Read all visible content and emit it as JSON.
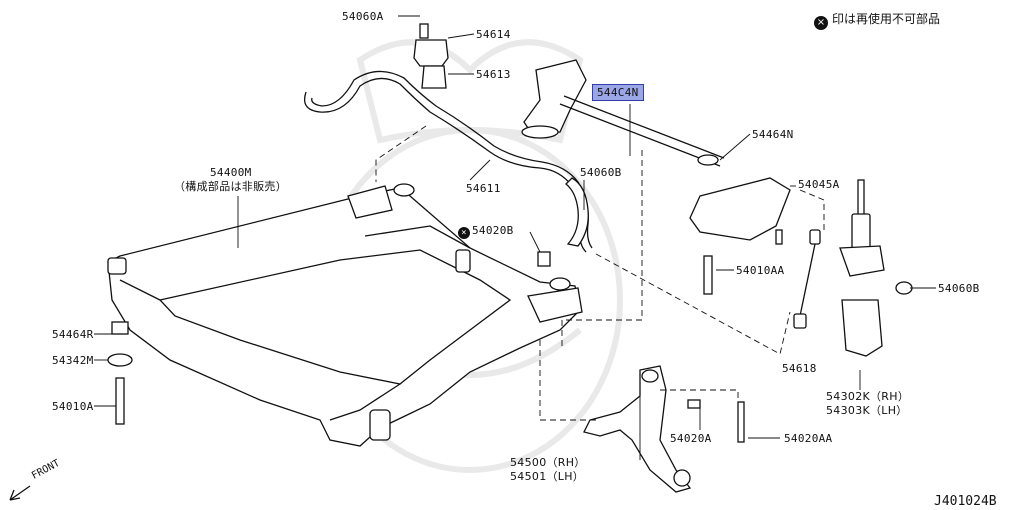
{
  "legend": {
    "mark": "×",
    "text": "印は再使用不可部品"
  },
  "diagram_code": "J401024B",
  "front_label": "FRONT",
  "parts": {
    "p54060A_top": "54060A",
    "p54614": "54614",
    "p54613": "54613",
    "p544C4N": "544C4N",
    "p54464N": "54464N",
    "p54400M": "54400M",
    "p54400M_note": "（構成部品は非販売）",
    "p54611": "54611",
    "p54060B_mid": "54060B",
    "p54045A": "54045A",
    "p54020B": "54020B",
    "p54010AA": "54010AA",
    "p54060B_right": "54060B",
    "p54464R": "54464R",
    "p54342M": "54342M",
    "p54010A": "54010A",
    "p54618": "54618",
    "p54302K": "54302K（RH）",
    "p54303K": "54303K（LH）",
    "p54020A": "54020A",
    "p54020AA": "54020AA",
    "p54500": "54500（RH）",
    "p54501": "54501（LH）"
  }
}
